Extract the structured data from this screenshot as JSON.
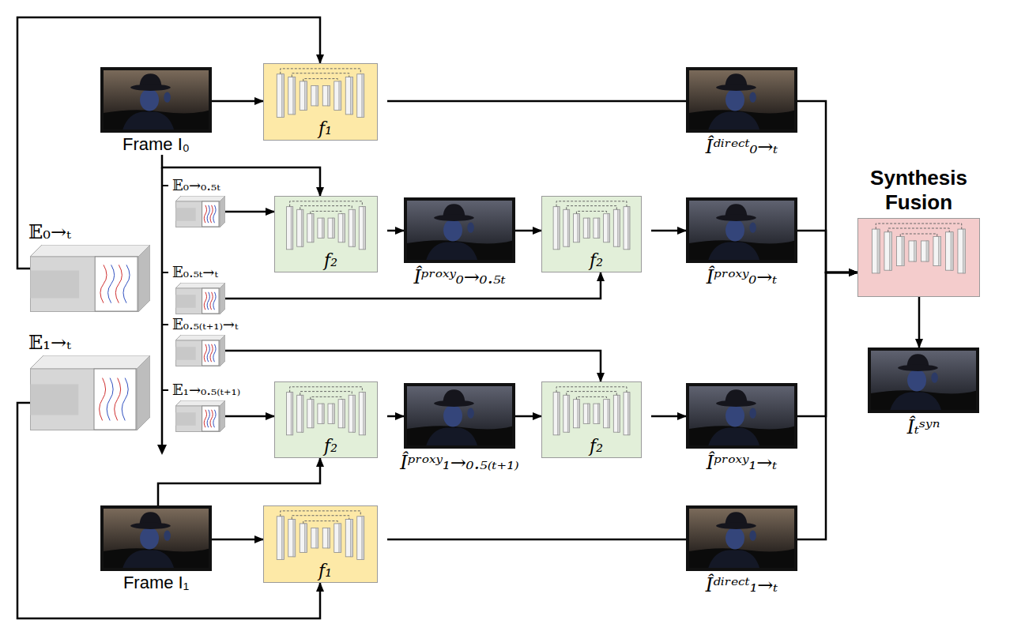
{
  "diagram": {
    "nodes": [
      {
        "text": [
          "𝔼₀→ₜ"
        ]
      },
      {
        "text": [
          "Frame I₀"
        ]
      },
      {
        "text": [
          "f₁"
        ]
      },
      {
        "text": [
          "Îᵈⁱʳᵉᶜᵗ₀→ₜ"
        ]
      },
      {
        "text": [
          "𝔼₀→₀.₅ₜ"
        ]
      },
      {
        "text": [
          "f₂"
        ]
      },
      {
        "text": [
          "Îᵖʳᵒˣʸ₀→₀.₅ₜ"
        ]
      },
      {
        "text": [
          "f₂"
        ]
      },
      {
        "text": [
          "Îᵖʳᵒˣʸ₀→ₜ"
        ]
      },
      {
        "text": [
          "𝔼₀.₅ₜ→ₜ"
        ]
      },
      {
        "text": [
          "Synthesis Fusion"
        ]
      },
      {
        "text": [
          "𝔼₀.₅₍ₜ₊₁₎→ₜ"
        ]
      },
      {
        "text": [
          "Îₜˢʸⁿ"
        ]
      },
      {
        "text": [
          "𝔼₁→ₜ"
        ]
      },
      {
        "text": [
          "𝔼₁→₀.₅₍ₜ₊₁₎"
        ]
      },
      {
        "text": [
          "f₂"
        ]
      },
      {
        "text": [
          "Îᵖʳᵒˣʸ₁→₀.₅₍ₜ₊₁₎"
        ]
      },
      {
        "text": [
          "f₂"
        ]
      },
      {
        "text": [
          "Îᵖʳᵒˣʸ₁→ₜ"
        ]
      },
      {
        "text": [
          "Frame I₁"
        ]
      },
      {
        "text": [
          "f₁"
        ]
      },
      {
        "text": [
          "Îᵈⁱʳᵉᶜᵗ₁→ₜ"
        ]
      }
    ],
    "edges": [
      {
        "from": 1,
        "to": 2,
        "arrow": "to"
      },
      {
        "from": 0,
        "to": 2,
        "arrow": "to"
      },
      {
        "from": 2,
        "to": 3,
        "arrow": "none"
      },
      {
        "from": 1,
        "to": 5,
        "arrow": "to"
      },
      {
        "from": 4,
        "to": 5,
        "arrow": "to"
      },
      {
        "from": 5,
        "to": 6,
        "arrow": "to"
      },
      {
        "from": 6,
        "to": 7,
        "arrow": "to"
      },
      {
        "from": 9,
        "to": 7,
        "arrow": "to"
      },
      {
        "from": 7,
        "to": 8,
        "arrow": "to"
      },
      {
        "from": 3,
        "to": 10,
        "arrow": "to"
      },
      {
        "from": 8,
        "to": 10,
        "arrow": "to"
      },
      {
        "from": 10,
        "to": 12,
        "arrow": "to"
      },
      {
        "from": 11,
        "to": 17,
        "arrow": "to"
      },
      {
        "from": 14,
        "to": 15,
        "arrow": "to"
      },
      {
        "from": 15,
        "to": 16,
        "arrow": "to"
      },
      {
        "from": 16,
        "to": 17,
        "arrow": "to"
      },
      {
        "from": 17,
        "to": 18,
        "arrow": "to"
      },
      {
        "from": 18,
        "to": 10,
        "arrow": "to"
      },
      {
        "from": 19,
        "to": 15,
        "arrow": "to"
      },
      {
        "from": 19,
        "to": 20,
        "arrow": "to"
      },
      {
        "from": 13,
        "to": 20,
        "arrow": "to"
      },
      {
        "from": 20,
        "to": 21,
        "arrow": "none"
      },
      {
        "from": 21,
        "to": 10,
        "arrow": "to"
      }
    ]
  }
}
